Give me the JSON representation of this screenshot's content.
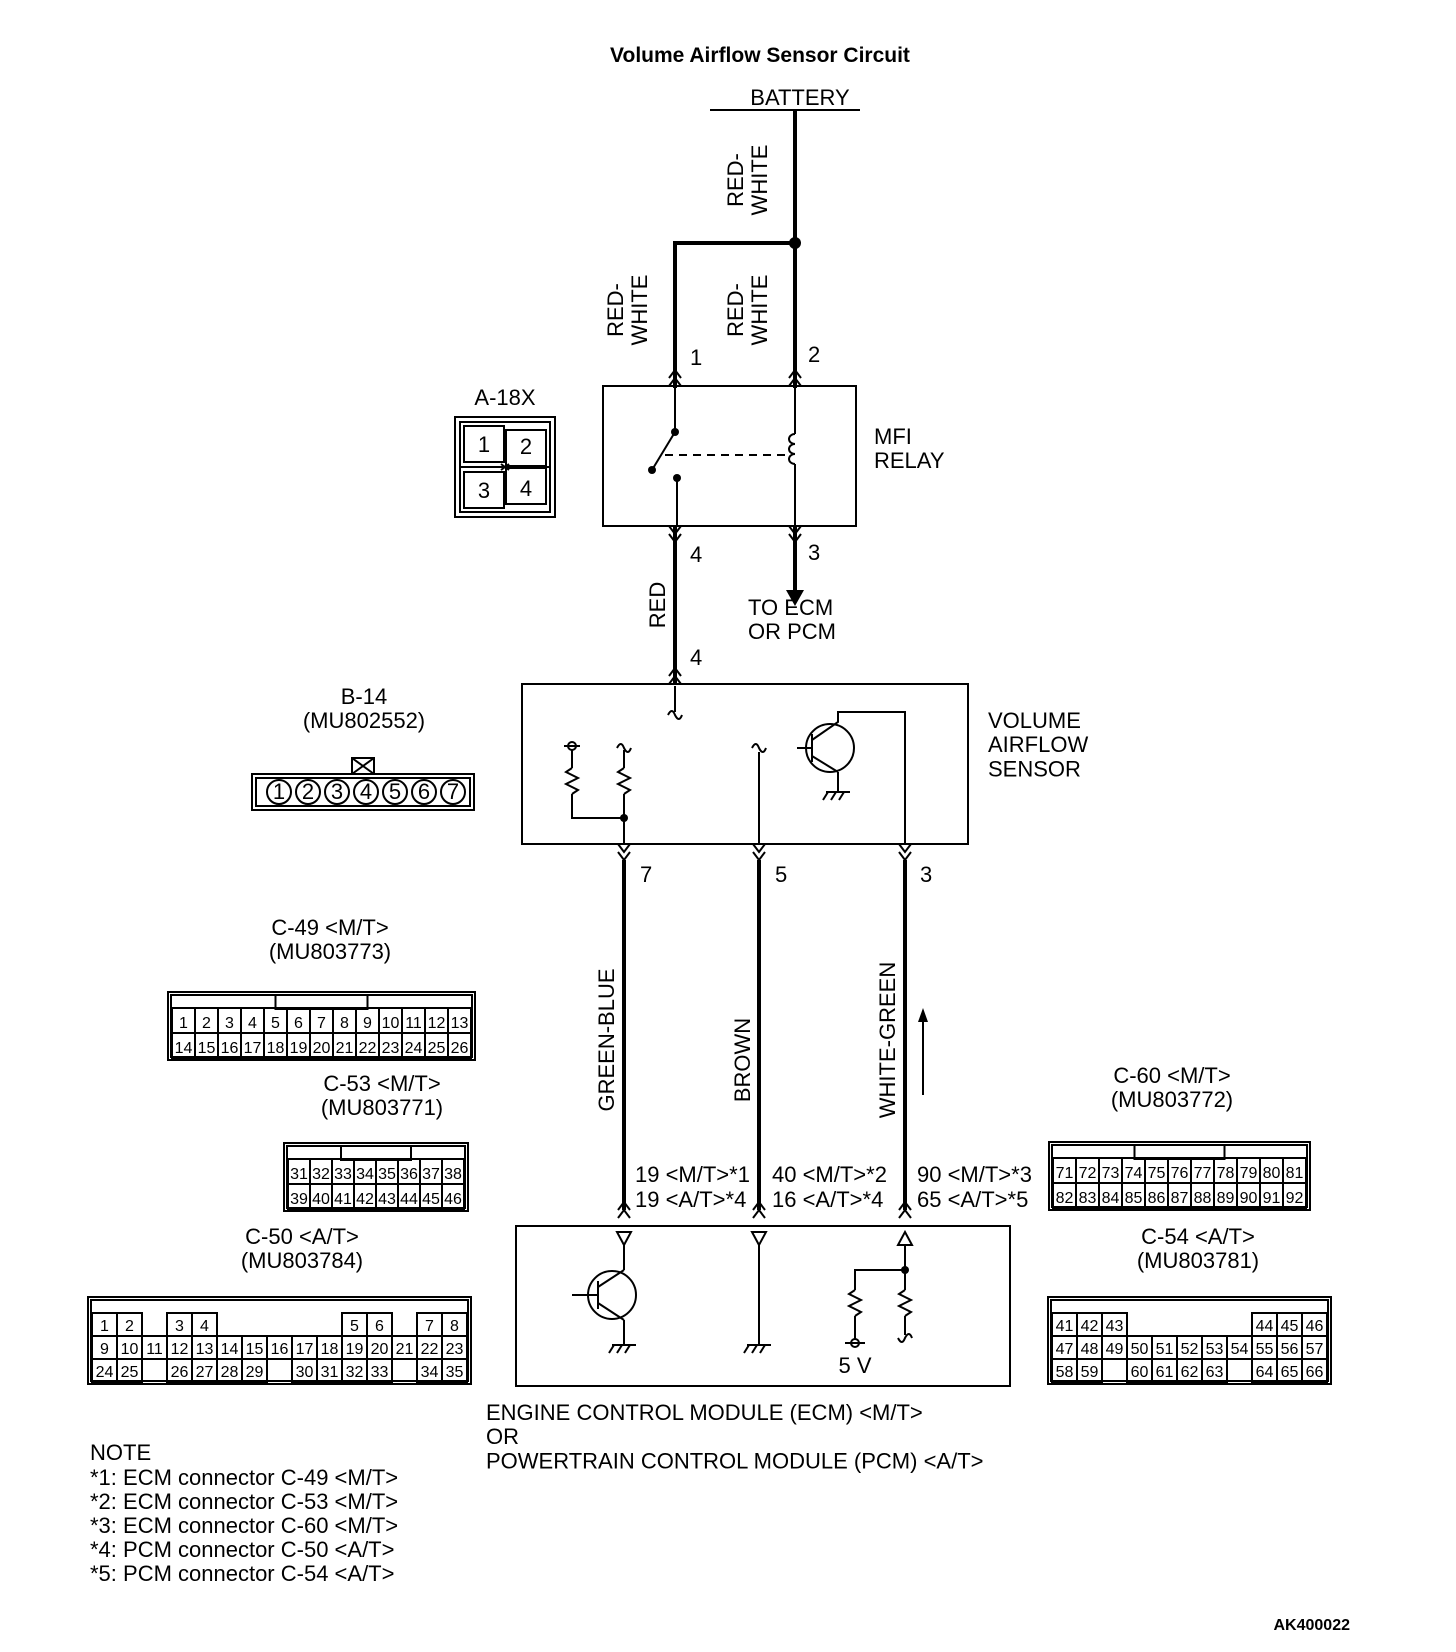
{
  "title": "Volume Airflow Sensor Circuit",
  "battery_label": "BATTERY",
  "wires": {
    "red_white": "RED-\nWHITE",
    "red": "RED",
    "green_blue": "GREEN-BLUE",
    "brown": "BROWN",
    "white_green": "WHITE-GREEN"
  },
  "relay": {
    "name": "MFI\nRELAY",
    "pins": [
      "1",
      "2",
      "4",
      "3"
    ],
    "to_ecm": "TO ECM\nOR PCM"
  },
  "sensor": {
    "name": "VOLUME\nAIRFLOW\nSENSOR",
    "pins": [
      "4",
      "7",
      "5",
      "3"
    ]
  },
  "ecm_pins": {
    "col1": [
      "19 <M/T>*1",
      "19 <A/T>*4"
    ],
    "col2": [
      "40 <M/T>*2",
      "16 <A/T>*4"
    ],
    "col3": [
      "90 <M/T>*3",
      "65 <A/T>*5"
    ]
  },
  "ecm": {
    "name": "ENGINE CONTROL MODULE (ECM) <M/T>\nOR\nPOWERTRAIN CONTROL MODULE (PCM) <A/T>",
    "voltage": "5 V"
  },
  "connectors": {
    "a18x": {
      "title": "A-18X",
      "pins": [
        "1",
        "2",
        "3",
        "4"
      ]
    },
    "b14": {
      "title": "B-14\n(MU802552)",
      "pins": [
        "1",
        "2",
        "3",
        "4",
        "5",
        "6",
        "7"
      ]
    },
    "c49": {
      "title": "C-49 <M/T>\n(MU803773)",
      "rows": [
        [
          "1",
          "2",
          "3",
          "4",
          "5",
          "6",
          "7",
          "8",
          "9",
          "10",
          "11",
          "12",
          "13"
        ],
        [
          "14",
          "15",
          "16",
          "17",
          "18",
          "19",
          "20",
          "21",
          "22",
          "23",
          "24",
          "25",
          "26"
        ]
      ]
    },
    "c53": {
      "title": "C-53 <M/T>\n(MU803771)",
      "rows": [
        [
          "31",
          "32",
          "33",
          "34",
          "35",
          "36",
          "37",
          "38"
        ],
        [
          "39",
          "40",
          "41",
          "42",
          "43",
          "44",
          "45",
          "46"
        ]
      ]
    },
    "c60": {
      "title": "C-60 <M/T>\n(MU803772)",
      "rows": [
        [
          "71",
          "72",
          "73",
          "74",
          "75",
          "76",
          "77",
          "78",
          "79",
          "80",
          "81"
        ],
        [
          "82",
          "83",
          "84",
          "85",
          "86",
          "87",
          "88",
          "89",
          "90",
          "91",
          "92"
        ]
      ]
    },
    "c50": {
      "title": "C-50 <A/T>\n(MU803784)",
      "rows": [
        [
          "1",
          "2",
          "",
          "3",
          "4",
          "",
          "",
          "",
          "",
          "",
          "5",
          "6",
          "",
          "7",
          "8"
        ],
        [
          "9",
          "10",
          "11",
          "12",
          "13",
          "14",
          "15",
          "16",
          "17",
          "18",
          "19",
          "20",
          "21",
          "22",
          "23"
        ],
        [
          "24",
          "25",
          "",
          "26",
          "27",
          "28",
          "29",
          "",
          "30",
          "31",
          "32",
          "33",
          "",
          "34",
          "35"
        ]
      ]
    },
    "c54": {
      "title": "C-54 <A/T>\n(MU803781)",
      "rows": [
        [
          "41",
          "42",
          "43",
          "",
          "",
          "",
          "",
          "",
          "44",
          "45",
          "46"
        ],
        [
          "47",
          "48",
          "49",
          "50",
          "51",
          "52",
          "53",
          "54",
          "55",
          "56",
          "57"
        ],
        [
          "58",
          "59",
          "",
          "60",
          "61",
          "62",
          "63",
          "",
          "64",
          "65",
          "66"
        ]
      ]
    }
  },
  "notes": {
    "heading": "NOTE",
    "items": [
      "*1: ECM connector C-49 <M/T>",
      "*2: ECM connector C-53 <M/T>",
      "*3: ECM connector C-60 <M/T>",
      "*4: PCM connector C-50 <A/T>",
      "*5: PCM connector C-54 <A/T>"
    ]
  },
  "figure_id": "AK400022"
}
